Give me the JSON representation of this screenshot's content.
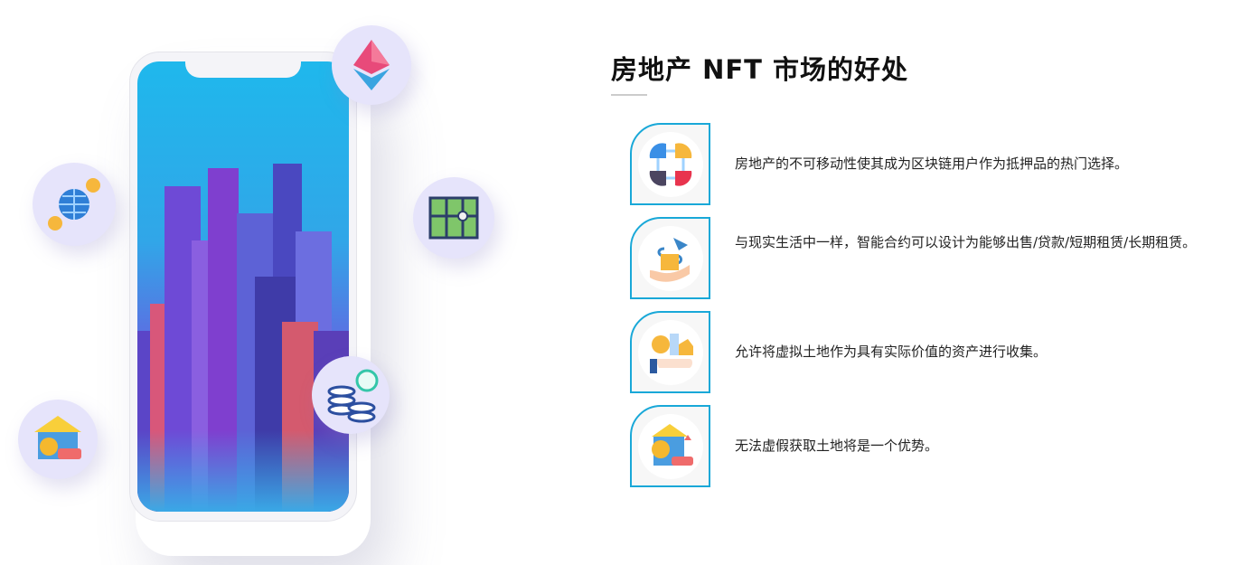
{
  "heading": "房地产 NFT 市场的好处",
  "benefits": [
    {
      "icon": "blockchain-puzzle-icon",
      "text": "房地产的不可移动性使其成为区块链用户作为抵押品的热门选择。"
    },
    {
      "icon": "smart-contract-hand-icon",
      "text": "与现实生活中一样，智能合约可以设计为能够出售/贷款/短期租赁/长期租赁。"
    },
    {
      "icon": "asset-money-hand-icon",
      "text": "允许将虚拟土地作为具有实际价值的资产进行收集。"
    },
    {
      "icon": "property-assets-icon",
      "text": "无法虚假获取土地将是一个优势。"
    }
  ],
  "colors": {
    "accent": "#19a8d8",
    "ethereum": "#e84a7a"
  }
}
